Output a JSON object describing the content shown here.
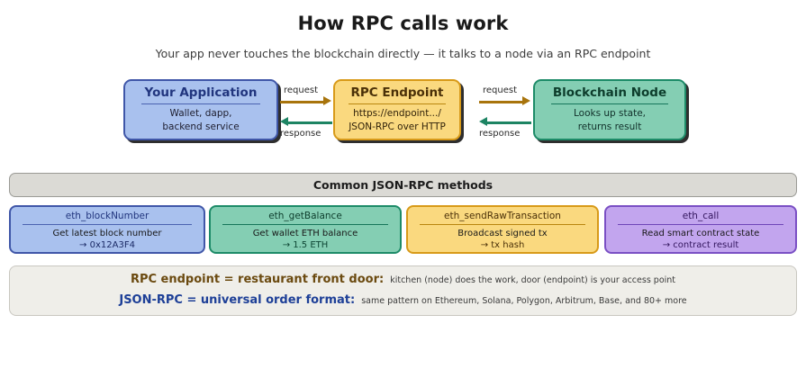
{
  "header": {
    "title": "How RPC calls work",
    "subtitle": "Your app never touches the blockchain directly — it talks to a node via an RPC endpoint"
  },
  "flow": {
    "boxes": [
      {
        "id": "your-application",
        "title": "Your Application",
        "line1": "Wallet, dapp,",
        "line2": "backend service",
        "fill": "#A9C1EE",
        "border": "#3F56A8"
      },
      {
        "id": "rpc-endpoint",
        "title": "RPC Endpoint",
        "line1": "https://endpoint.../",
        "line2": "JSON-RPC over HTTP",
        "fill": "#FAD97F",
        "border": "#D89A19"
      },
      {
        "id": "blockchain-node",
        "title": "Blockchain Node",
        "line1": "Looks up state,",
        "line2": "returns result",
        "fill": "#84CEB3",
        "border": "#1D8B68"
      }
    ],
    "arrows": [
      {
        "request_label": "request",
        "response_label": "response"
      },
      {
        "request_label": "request",
        "response_label": "response"
      }
    ],
    "arrow_colors": {
      "request": "#A8740C",
      "response": "#1D8463"
    }
  },
  "methods": {
    "section_title": "Common JSON-RPC methods",
    "cards": [
      {
        "name": "eth_blockNumber",
        "description": "Get latest block number",
        "result": "→ 0x12A3F4",
        "fill": "#A9C1EE",
        "border": "#3F56A8"
      },
      {
        "name": "eth_getBalance",
        "description": "Get wallet ETH balance",
        "result": "→ 1.5 ETH",
        "fill": "#84CEB3",
        "border": "#1D8B68"
      },
      {
        "name": "eth_sendRawTransaction",
        "description": "Broadcast signed tx",
        "result": "→ tx hash",
        "fill": "#FAD97F",
        "border": "#D89A19"
      },
      {
        "name": "eth_call",
        "description": "Read smart contract state",
        "result": "→ contract result",
        "fill": "#C2A5EE",
        "border": "#7A4FC4"
      }
    ]
  },
  "summary": {
    "lines": [
      {
        "label": "RPC endpoint = restaurant front door:",
        "detail": "kitchen (node) does the work, door (endpoint) is your access point",
        "label_color": "#6B4A10"
      },
      {
        "label": "JSON-RPC = universal order format:",
        "detail": "same pattern on Ethereum, Solana, Polygon, Arbitrum, Base, and 80+ more",
        "label_color": "#1D3F97"
      }
    ]
  }
}
